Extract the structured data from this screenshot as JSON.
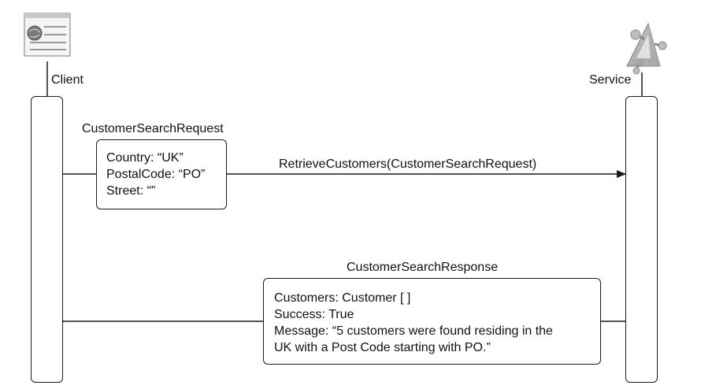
{
  "participants": {
    "client": {
      "label": "Client",
      "icon": "browser-window-icon"
    },
    "service": {
      "label": "Service",
      "icon": "service-triangle-icon"
    }
  },
  "request": {
    "title": "CustomerSearchRequest",
    "lines": [
      "Country: “UK”",
      "PostalCode: “PO”",
      "Street: “”"
    ],
    "message": "RetrieveCustomers(CustomerSearchRequest)"
  },
  "response": {
    "title": "CustomerSearchResponse",
    "lines": [
      "Customers: Customer [ ]",
      "Success: True",
      "Message: “5 customers were found residing in the",
      "UK with a Post Code starting with PO.”"
    ]
  },
  "colors": {
    "line": "#1a1a1a",
    "icon_gray": "#9a9a9a"
  }
}
